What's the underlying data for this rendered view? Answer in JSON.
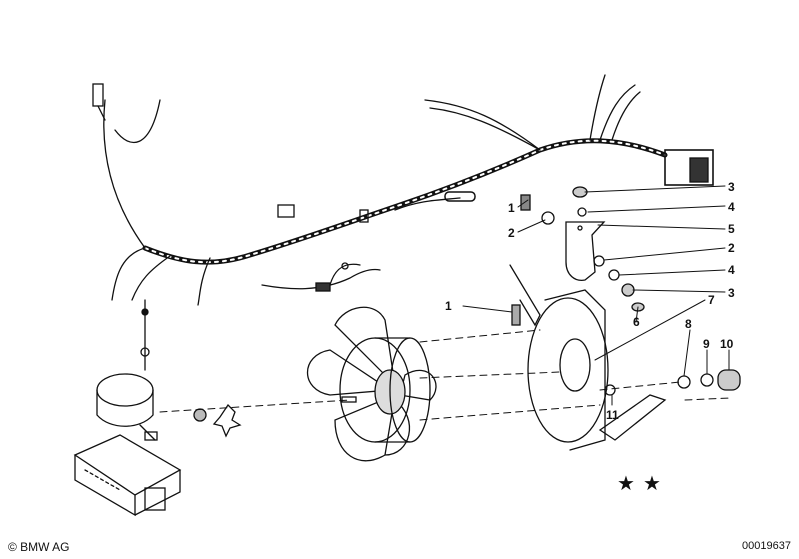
{
  "footer": {
    "copyright": "© BMW AG",
    "document_number": "00019637"
  },
  "callouts": [
    "1",
    "2",
    "3",
    "4",
    "5",
    "2",
    "4",
    "3",
    "7",
    "1",
    "6",
    "8",
    "9",
    "10",
    "11"
  ],
  "stars": [
    "★",
    "★"
  ],
  "colors": {
    "ink": "#111111",
    "background": "#ffffff"
  }
}
